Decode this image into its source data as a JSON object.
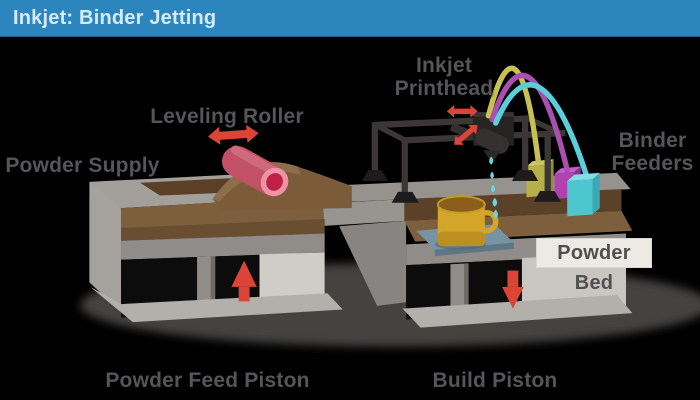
{
  "header": {
    "title": "Inkjet: Binder Jetting"
  },
  "labels": {
    "powder_supply": "Powder Supply",
    "leveling_roller": "Leveling Roller",
    "inkjet_printhead": "Inkjet\nPrinthead",
    "binder_feeders": "Binder\nFeeders",
    "powder_bed": "Powder Bed",
    "powder_feed_piston": "Powder Feed Piston",
    "build_piston": "Build Piston"
  },
  "colors": {
    "background": "#000000",
    "header_bg": "#2d85bd",
    "header_text": "#d5ebf9",
    "label_text": "#55555a",
    "powder_bed_label_bg": "#edeae5",
    "arrow_red": "#dc4437",
    "powder_brown_light": "#7d5f3d",
    "powder_brown_dark": "#5c4129",
    "machine_gray": "#8f8c89",
    "machine_gray_light": "#b3b0ac",
    "gantry_dark": "#3b3737",
    "roller_pink": "#c25168",
    "roller_end_light": "#ee93a3",
    "roller_end_dark": "#bf2045",
    "binder_yellow": "#b5b049",
    "binder_magenta": "#b042b1",
    "binder_cyan": "#4ec6d0",
    "tube_yellow": "#c6c150",
    "tube_purple": "#a94fb0",
    "tube_cyan": "#5acfdb",
    "droplet_cyan": "#6cd4de",
    "mug_yellow": "#d4a52b",
    "platform_slate": "#7692a3",
    "shadow_gray": "#454241"
  }
}
